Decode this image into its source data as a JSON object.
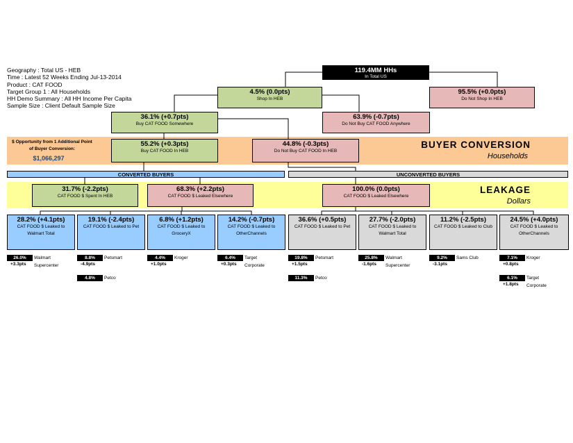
{
  "info": [
    "Geography : Total US - HEB",
    "Time : Latest 52 Weeks Ending Jul-13-2014",
    "Product : CAT FOOD",
    "Target Group 1 : All Households",
    "HH Demo Summary : All HH Income Per Capita",
    "Sample Size : Client Default Sample Size"
  ],
  "total": {
    "value": "119.4MM HHs",
    "label": "In Total US"
  },
  "shop": {
    "value": "4.5% (0.0pts)",
    "label": "Shop In HEB"
  },
  "noshop": {
    "value": "95.5% (+0.0pts)",
    "label": "Do Not Shop In HEB"
  },
  "buy_any": {
    "value": "36.1% (+0.7pts)",
    "label": "Buy CAT FOOD Somewhere"
  },
  "nobuy_any": {
    "value": "63.9% (-0.7pts)",
    "label": "Do Not Buy CAT FOOD Anywhere"
  },
  "buy_heb": {
    "value": "55.2% (+0.3pts)",
    "label": "Buy CAT FOOD In HEB"
  },
  "nobuy_heb": {
    "value": "44.8% (-0.3pts)",
    "label": "Do Not Buy CAT FOOD In HEB"
  },
  "opportunity": {
    "line1": "$ Opportunity from 1 Additional Point",
    "line2": "of Buyer Conversion:",
    "amount": "$1,066,297"
  },
  "buyer_conversion": {
    "title": "BUYER CONVERSION",
    "sub": "Households"
  },
  "leakage": {
    "title": "LEAKAGE",
    "sub": "Dollars"
  },
  "converted": "CONVERTED BUYERS",
  "unconverted": "UNCONVERTED BUYERS",
  "spent": {
    "value": "31.7% (-2.2pts)",
    "label": "CAT FOOD $ Spent In HEB"
  },
  "leaked": {
    "value": "68.3% (+2.2pts)",
    "label": "CAT FOOD $ Leaked Elsewhere"
  },
  "leaked_un": {
    "value": "100.0% (0.0pts)",
    "label": "CAT FOOD $ Leaked Elsewhere"
  },
  "leaves": [
    {
      "value": "28.2% (+4.1pts)",
      "label": "CAT FOOD $ Leaked to Walmart Total",
      "retailers": [
        {
          "pct": "26.0%",
          "chg": "+3.3pts",
          "name": "Walmart Supercenter"
        }
      ]
    },
    {
      "value": "19.1% (-2.4pts)",
      "label": "CAT FOOD $ Leaked to Pet",
      "retailers": [
        {
          "pct": "8.8%",
          "chg": "-4.9pts",
          "name": "Petsmart"
        },
        {
          "pct": "4.8%",
          "chg": "",
          "name": "Petco"
        }
      ]
    },
    {
      "value": "6.8% (+1.2pts)",
      "label": "CAT FOOD $ Leaked to GroceryX",
      "retailers": [
        {
          "pct": "4.4%",
          "chg": "+1.0pts",
          "name": "Kroger"
        }
      ]
    },
    {
      "value": "14.2% (-0.7pts)",
      "label": "CAT FOOD $ Leaked to OtherChannels",
      "retailers": [
        {
          "pct": "6.4%",
          "chg": "+0.3pts",
          "name": "Target Corporate"
        }
      ]
    },
    {
      "value": "36.6% (+0.5pts)",
      "label": "CAT FOOD $ Leaked to Pet",
      "retailers": [
        {
          "pct": "19.8%",
          "chg": "+1.5pts",
          "name": "Petsmart"
        },
        {
          "pct": "11.3%",
          "chg": "",
          "name": "Petco"
        }
      ]
    },
    {
      "value": "27.7% (-2.0pts)",
      "label": "CAT FOOD $ Leaked to Walmart Total",
      "retailers": [
        {
          "pct": "25.8%",
          "chg": "-1.6pts",
          "name": "Walmart Supercenter"
        }
      ]
    },
    {
      "value": "11.2% (-2.5pts)",
      "label": "CAT FOOD $ Leaked to Club",
      "retailers": [
        {
          "pct": "9.2%",
          "chg": "-3.1pts",
          "name": "Sams Club"
        }
      ]
    },
    {
      "value": "24.5% (+4.0pts)",
      "label": "CAT FOOD $ Leaked to OtherChannels",
      "retailers": [
        {
          "pct": "7.1%",
          "chg": "+0.8pts",
          "name": "Kroger"
        },
        {
          "pct": "6.1%",
          "chg": "+1.8pts",
          "name": "Target Corporate"
        }
      ]
    }
  ]
}
